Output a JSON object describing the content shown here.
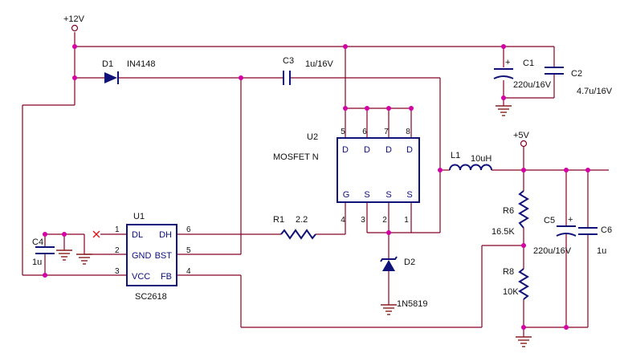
{
  "rails": {
    "v12": "+12V",
    "v5": "+5V"
  },
  "components": {
    "d1": {
      "ref": "D1",
      "value": "IN4148"
    },
    "c3": {
      "ref": "C3",
      "value": "1u/16V"
    },
    "c1": {
      "ref": "C1",
      "value": "220u/16V"
    },
    "c2": {
      "ref": "C2",
      "value": "4.7u/16V"
    },
    "u2": {
      "ref": "U2",
      "value": "MOSFET N",
      "top_pins": [
        "5",
        "6",
        "7",
        "8"
      ],
      "top_labels": [
        "D",
        "D",
        "D",
        "D"
      ],
      "bottom_pins": [
        "4",
        "3",
        "2",
        "1"
      ],
      "bottom_labels": [
        "G",
        "S",
        "S",
        "S"
      ]
    },
    "l1": {
      "ref": "L1",
      "value": "10uH"
    },
    "r1": {
      "ref": "R1",
      "value": "2.2"
    },
    "u1": {
      "ref": "U1",
      "value": "SC2618",
      "left_pins": [
        "1",
        "2",
        "3"
      ],
      "left_labels": [
        "DL",
        "GND",
        "VCC"
      ],
      "right_pins": [
        "6",
        "5",
        "4"
      ],
      "right_labels": [
        "DH",
        "BST",
        "FB"
      ]
    },
    "c4": {
      "ref": "C4",
      "value": "1u"
    },
    "d2": {
      "ref": "D2",
      "value": "1N5819"
    },
    "r6": {
      "ref": "R6",
      "value": "16.5K"
    },
    "r8": {
      "ref": "R8",
      "value": "10K"
    },
    "c5": {
      "ref": "C5",
      "value": "220u/16V"
    },
    "c6": {
      "ref": "C6",
      "value": "1u"
    }
  },
  "colors": {
    "wire": "#870025",
    "component": "#11117a",
    "junction": "#d400a6",
    "noconnect": "#e01414"
  }
}
